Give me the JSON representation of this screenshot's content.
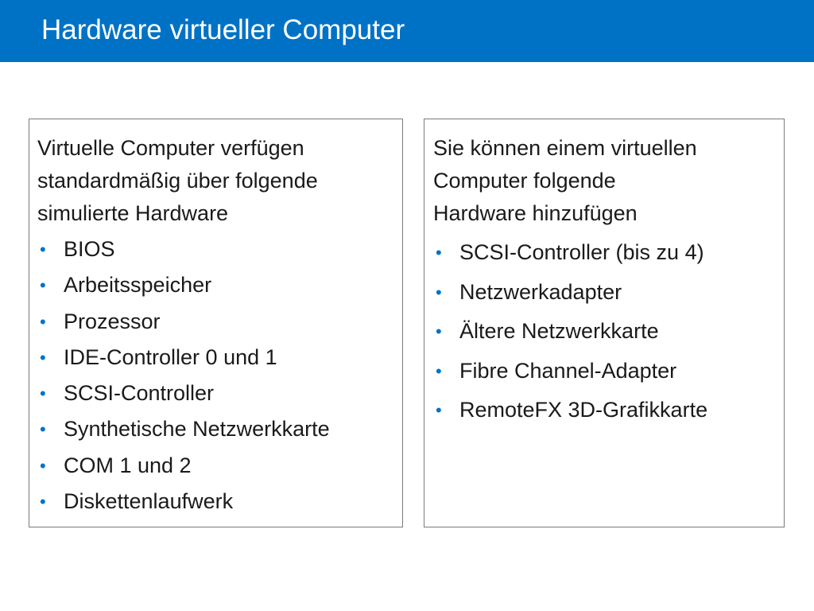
{
  "slide": {
    "title": "Hardware virtueller Computer"
  },
  "left_panel": {
    "heading_lines": [
      "Virtuelle Computer verfügen",
      "standardmäßig über folgende",
      "simulierte Hardware"
    ],
    "items": [
      "BIOS",
      "Arbeitsspeicher",
      "Prozessor",
      "IDE-Controller 0 und 1",
      "SCSI-Controller",
      "Synthetische Netzwerkkarte",
      "COM 1 und 2",
      "Diskettenlaufwerk"
    ]
  },
  "right_panel": {
    "heading_lines": [
      "Sie können einem virtuellen",
      "Computer folgende",
      "Hardware hinzufügen"
    ],
    "items": [
      "SCSI-Controller (bis zu 4)",
      "Netzwerkadapter",
      "Ältere Netzwerkkarte",
      "Fibre Channel-Adapter",
      "RemoteFX 3D-Grafikkarte"
    ]
  },
  "bullet_glyph": "•",
  "colors": {
    "title_bar": "#0072c6",
    "title_text": "#ffffff",
    "bullet": "#0072c6",
    "panel_border": "#7a7a7a"
  }
}
